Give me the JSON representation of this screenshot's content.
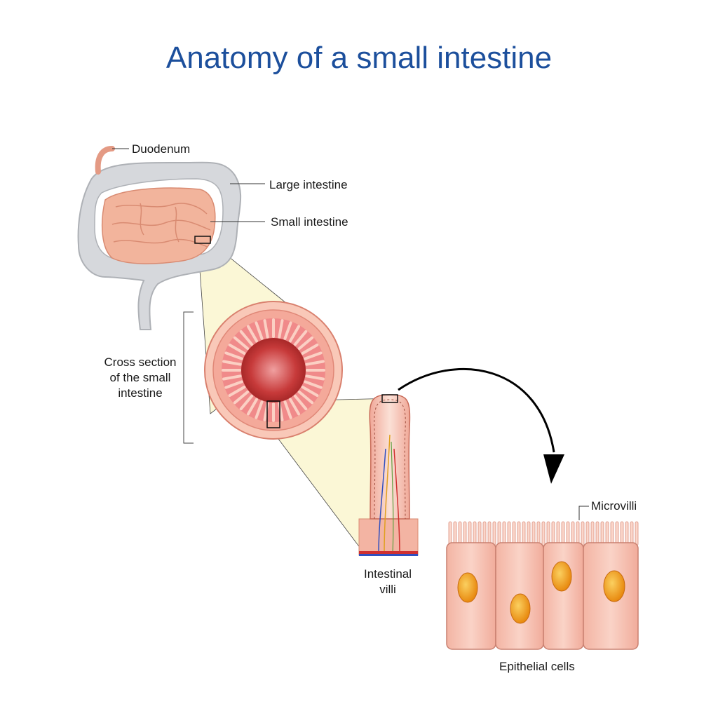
{
  "title": "Anatomy of a small intestine",
  "labels": {
    "duodenum": "Duodenum",
    "large_intestine": "Large intestine",
    "small_intestine": "Small intestine",
    "cross_section_line1": "Cross section",
    "cross_section_line2": "of the small",
    "cross_section_line3": "intestine",
    "villi_line1": "Intestinal",
    "villi_line2": "villi",
    "microvilli": "Microvilli",
    "epithelial": "Epithelial cells"
  },
  "colors": {
    "title": "#1c4f9c",
    "large_intestine": "#d6d8dc",
    "small_intestine": "#f2b49c",
    "zoom_cone": "#fbf7d6",
    "mucosa": "#f08a8a",
    "lumen": "#c73a3a",
    "cell_body": "#f6c2b2",
    "nucleus": "#f0a020",
    "arrow": "#000000"
  },
  "icons": [
    "curved-arrow-icon"
  ]
}
